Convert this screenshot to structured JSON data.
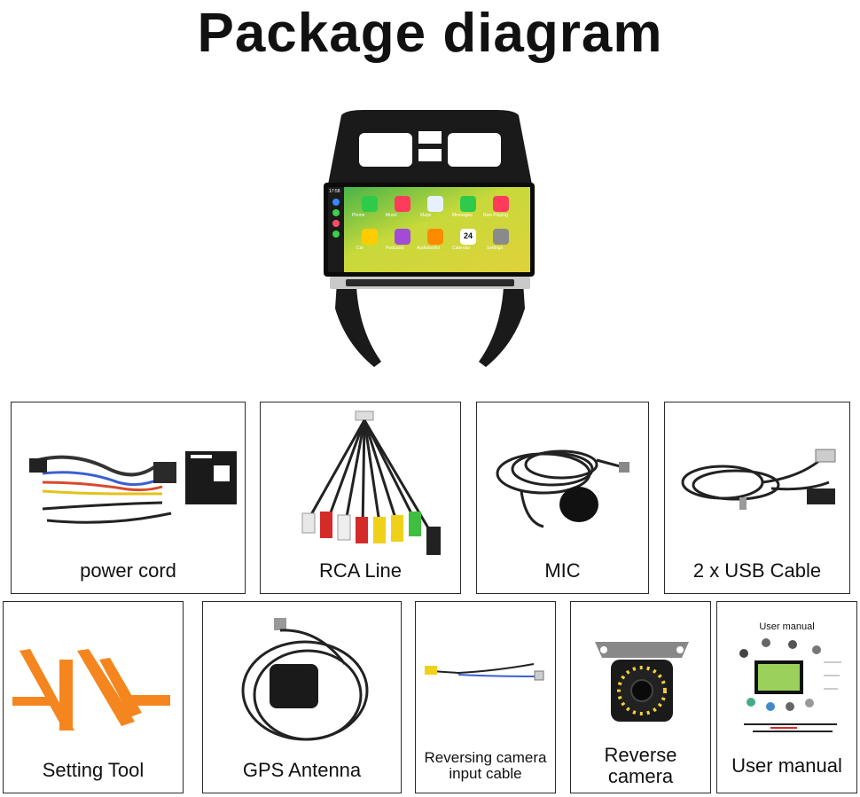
{
  "title": "Package diagram",
  "hero": {
    "apps_row1": [
      "Phone",
      "Music",
      "Maps",
      "Messages",
      "Now Playing"
    ],
    "apps_row2": [
      "Car",
      "Podcasts",
      "Audiobooks",
      "Calendar",
      "Settings"
    ],
    "calendar_day": "24",
    "clock": "17:58"
  },
  "items": {
    "power_cord": "power cord",
    "rca_line": "RCA Line",
    "mic": "MIC",
    "usb_cable": "2 x USB Cable",
    "setting_tool": "Setting Tool",
    "gps_antenna": "GPS Antenna",
    "reversing_cable_1": "Reversing camera",
    "reversing_cable_2": "input cable",
    "reverse_camera_1": "Reverse",
    "reverse_camera_2": "camera",
    "user_manual": "User manual",
    "user_manual_heading": "User manual"
  }
}
